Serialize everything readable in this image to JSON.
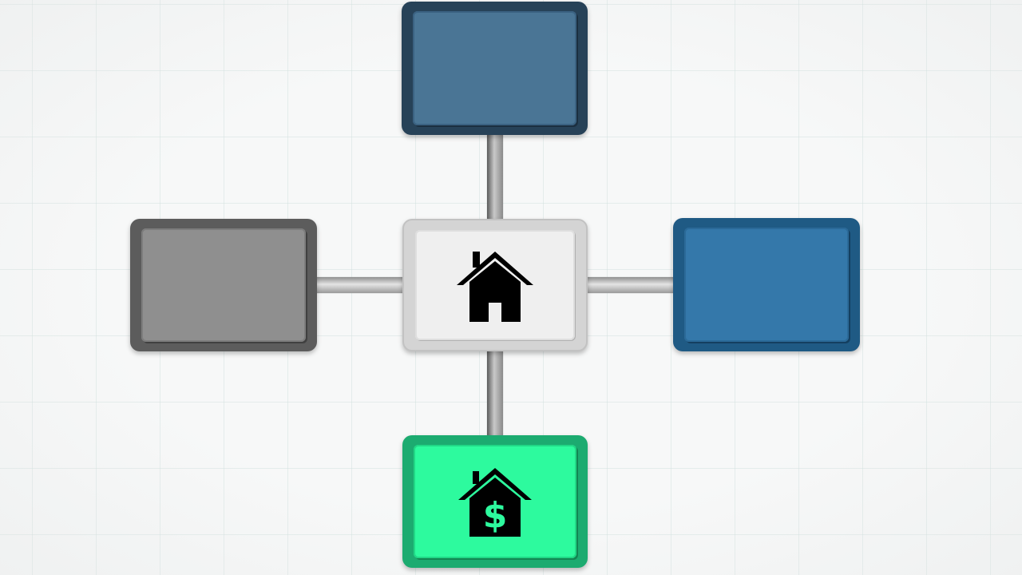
{
  "diagram": {
    "type": "hub-and-spoke",
    "nodes": [
      {
        "id": "top",
        "label": "",
        "color": "#4a7595",
        "icon": null
      },
      {
        "id": "left",
        "label": "",
        "color": "#8f8f8f",
        "icon": null
      },
      {
        "id": "center",
        "label": "",
        "color": "#efefef",
        "icon": "house-icon"
      },
      {
        "id": "right",
        "label": "",
        "color": "#3478aa",
        "icon": null
      },
      {
        "id": "bottom",
        "label": "",
        "color": "#2dfa9e",
        "icon": "house-dollar-icon"
      }
    ],
    "edges": [
      {
        "from": "center",
        "to": "top"
      },
      {
        "from": "center",
        "to": "left"
      },
      {
        "from": "center",
        "to": "right"
      },
      {
        "from": "center",
        "to": "bottom"
      }
    ],
    "connector_color": "#9a9a9a",
    "background_color": "#f7f8f8"
  }
}
